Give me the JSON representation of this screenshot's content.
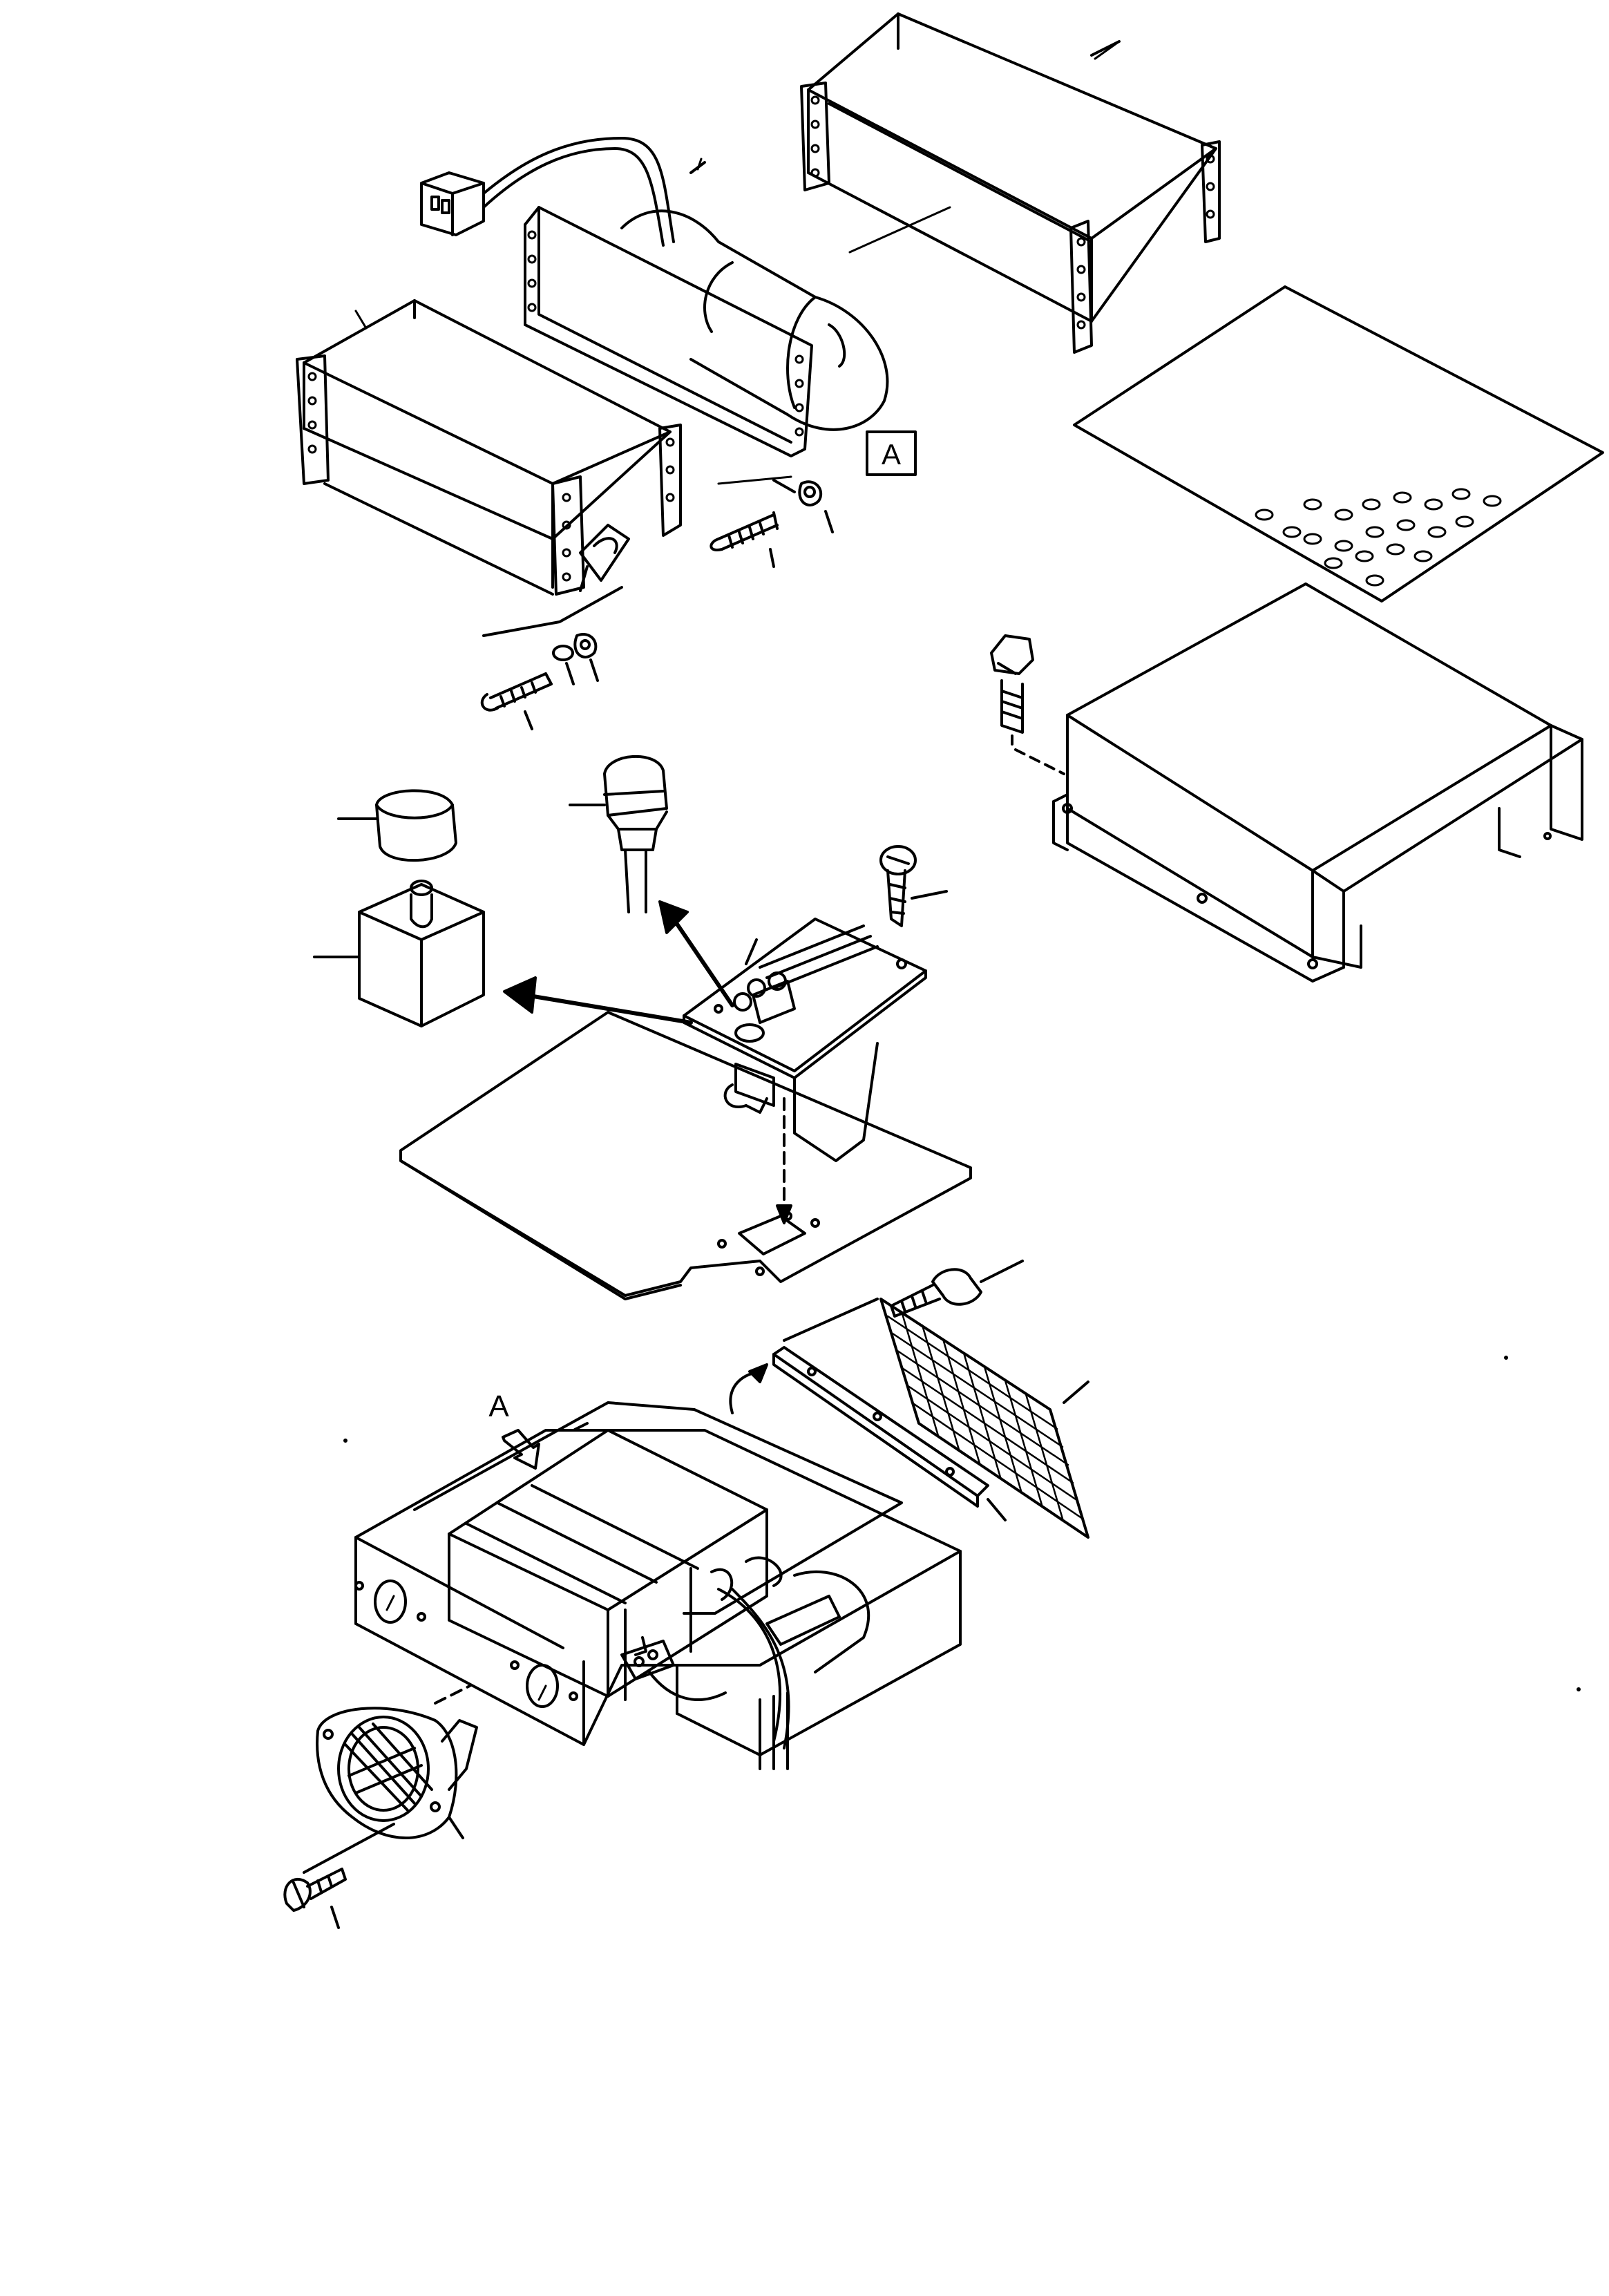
{
  "diagram": {
    "type": "exploded-parts-view",
    "line_color": "#000000",
    "background": "#ffffff",
    "labels": {
      "detail_box": "A",
      "detail_arrow": "A"
    },
    "parts": [
      "wiring-connector",
      "blower-motor",
      "mounting-plate",
      "heater-core-left",
      "heater-core-right",
      "filter-sheet",
      "top-cover",
      "cover-bolt",
      "bolt-nut-right",
      "bolt-washer-nut-left",
      "knob-cap",
      "switch-body",
      "pilot-lamp",
      "thumb-screw",
      "control-panel",
      "base-plate",
      "grille-screw",
      "mesh-grille",
      "frame-strip",
      "housing",
      "round-louver",
      "louver-screw"
    ]
  }
}
